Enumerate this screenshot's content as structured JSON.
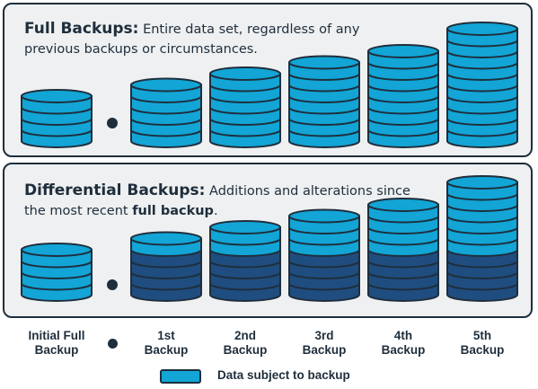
{
  "colors": {
    "dark": "#1f2e3c",
    "backup_data": "#12a5d6",
    "unchanged_data": "#1f4d80",
    "panel_bg": "#eef0f1"
  },
  "full_backups": {
    "title": "Full Backups:",
    "description": "Entire data set, regardless of any previous backups or circumstances.",
    "stacks": [
      {
        "label_ref": 0,
        "backup_layers": 4,
        "unchanged_layers": 0
      },
      {
        "label_ref": 1,
        "backup_layers": 5,
        "unchanged_layers": 0
      },
      {
        "label_ref": 2,
        "backup_layers": 6,
        "unchanged_layers": 0
      },
      {
        "label_ref": 3,
        "backup_layers": 7,
        "unchanged_layers": 0
      },
      {
        "label_ref": 4,
        "backup_layers": 8,
        "unchanged_layers": 0
      },
      {
        "label_ref": 5,
        "backup_layers": 10,
        "unchanged_layers": 0
      }
    ]
  },
  "differential_backups": {
    "title": "Differential Backups:",
    "description_before": "Additions and alterations since the most recent ",
    "description_bold": "full backup",
    "description_after": ".",
    "stacks": [
      {
        "label_ref": 0,
        "backup_layers": 4,
        "unchanged_layers": 0
      },
      {
        "label_ref": 1,
        "backup_layers": 1,
        "unchanged_layers": 4
      },
      {
        "label_ref": 2,
        "backup_layers": 2,
        "unchanged_layers": 4
      },
      {
        "label_ref": 3,
        "backup_layers": 3,
        "unchanged_layers": 4
      },
      {
        "label_ref": 4,
        "backup_layers": 4,
        "unchanged_layers": 4
      },
      {
        "label_ref": 5,
        "backup_layers": 6,
        "unchanged_layers": 4
      }
    ]
  },
  "column_labels": [
    {
      "line1": "Initial Full",
      "line2": "Backup"
    },
    {
      "line1": "1st",
      "line2": "Backup"
    },
    {
      "line1": "2nd",
      "line2": "Backup"
    },
    {
      "line1": "3rd",
      "line2": "Backup"
    },
    {
      "line1": "4th",
      "line2": "Backup"
    },
    {
      "line1": "5th",
      "line2": "Backup"
    }
  ],
  "legend": {
    "label": "Data subject to backup"
  }
}
